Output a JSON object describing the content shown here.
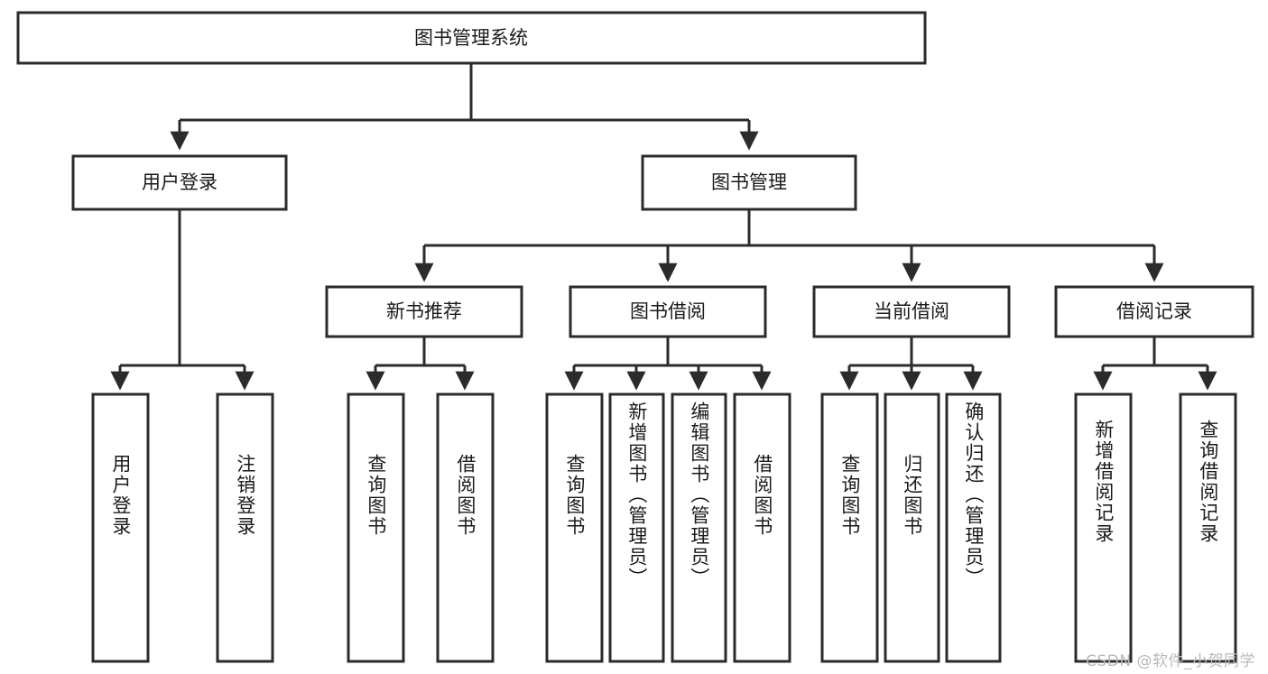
{
  "diagram": {
    "type": "hierarchy-tree",
    "title": "图书管理系统",
    "orientation": "top-down",
    "watermark": "CSDN @软件_小贺同学",
    "colors": {
      "background": "#ffffff",
      "box_fill": "#ffffff",
      "box_stroke": "#2b2b2b",
      "text": "#1a1a1a",
      "watermark": "#b9b9b9"
    },
    "root": {
      "id": "root",
      "label": "图书管理系统"
    },
    "level1": [
      {
        "id": "user-login",
        "label": "用户登录"
      },
      {
        "id": "book-manage",
        "label": "图书管理"
      }
    ],
    "level2": [
      {
        "id": "new-book-rec",
        "label": "新书推荐",
        "parent": "book-manage"
      },
      {
        "id": "book-borrow",
        "label": "图书借阅",
        "parent": "book-manage"
      },
      {
        "id": "current-borrow",
        "label": "当前借阅",
        "parent": "book-manage"
      },
      {
        "id": "borrow-record",
        "label": "借阅记录",
        "parent": "book-manage"
      }
    ],
    "leaves": [
      {
        "id": "leaf-user-login",
        "label": "用户登录",
        "parent": "user-login"
      },
      {
        "id": "leaf-logout-login",
        "label": "注销登录",
        "parent": "user-login"
      },
      {
        "id": "leaf-query-book-rec",
        "label": "查询图书",
        "parent": "new-book-rec"
      },
      {
        "id": "leaf-borrow-book-rec",
        "label": "借阅图书",
        "parent": "new-book-rec"
      },
      {
        "id": "leaf-query-book-bb",
        "label": "查询图书",
        "parent": "book-borrow"
      },
      {
        "id": "leaf-add-book",
        "label": "新增图书（管理员）",
        "parent": "book-borrow"
      },
      {
        "id": "leaf-edit-book",
        "label": "编辑图书（管理员）",
        "parent": "book-borrow"
      },
      {
        "id": "leaf-borrow-book-bb",
        "label": "借阅图书",
        "parent": "book-borrow"
      },
      {
        "id": "leaf-query-book-cb",
        "label": "查询图书",
        "parent": "current-borrow"
      },
      {
        "id": "leaf-return-book",
        "label": "归还图书",
        "parent": "current-borrow"
      },
      {
        "id": "leaf-confirm-return",
        "label": "确认归还（管理员）",
        "parent": "current-borrow"
      },
      {
        "id": "leaf-add-record",
        "label": "新增借阅记录",
        "parent": "borrow-record"
      },
      {
        "id": "leaf-query-record",
        "label": "查询借阅记录",
        "parent": "borrow-record"
      }
    ]
  }
}
